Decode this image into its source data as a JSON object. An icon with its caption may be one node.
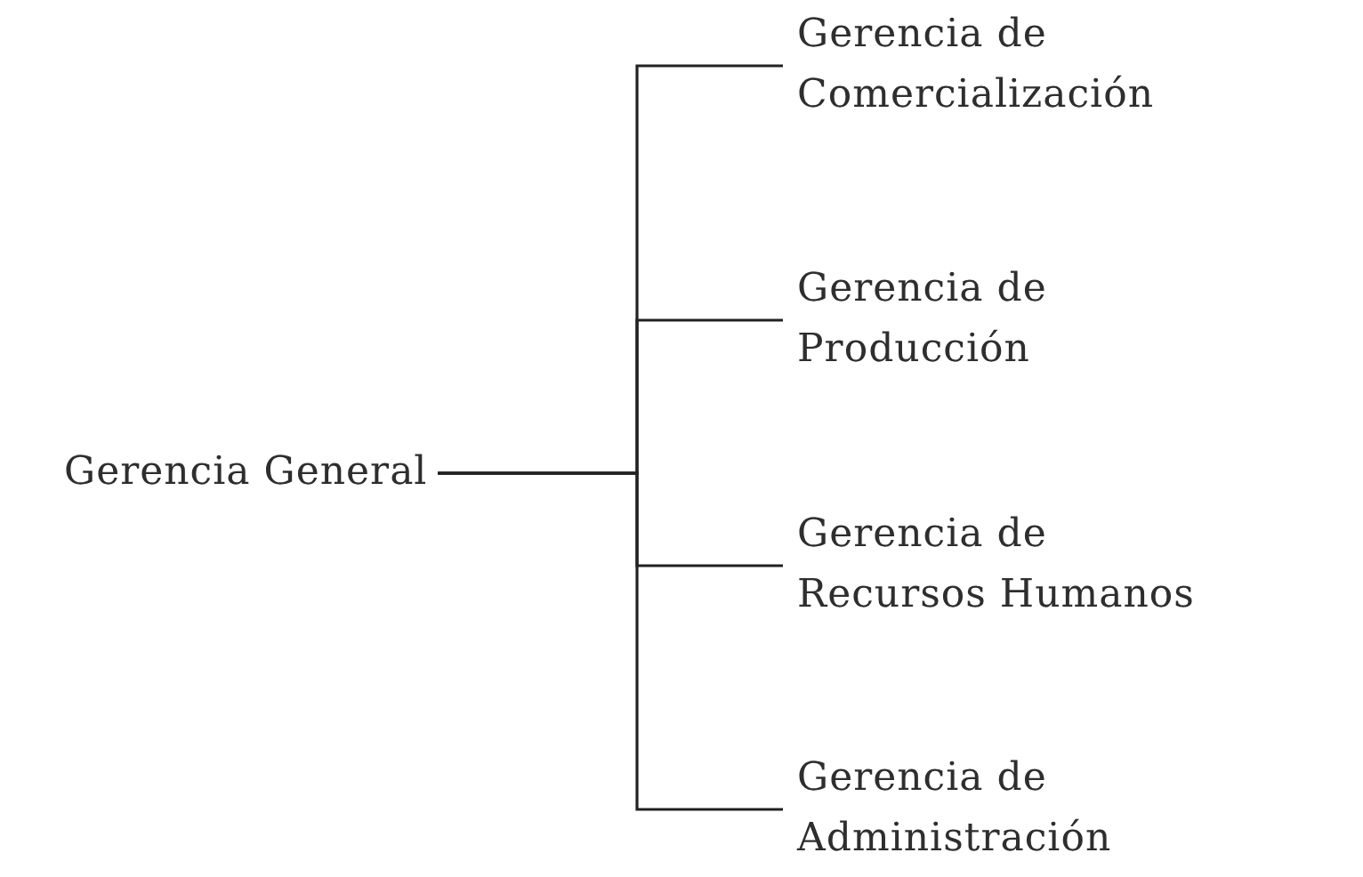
{
  "diagram": {
    "nodes": [
      {
        "text": [
          "Gerencia General"
        ]
      },
      {
        "text": [
          "Gerencia de Comercialización"
        ]
      },
      {
        "text": [
          "Gerencia de Producción"
        ]
      },
      {
        "text": [
          "Gerencia de Recursos Humanos"
        ]
      },
      {
        "text": [
          "Gerencia de Administración"
        ]
      }
    ],
    "edges": [
      {
        "from": 0,
        "to": 1,
        "arrow": "none"
      },
      {
        "from": 0,
        "to": 2,
        "arrow": "none"
      },
      {
        "from": 0,
        "to": 3,
        "arrow": "none"
      },
      {
        "from": 0,
        "to": 4,
        "arrow": "none"
      }
    ]
  }
}
